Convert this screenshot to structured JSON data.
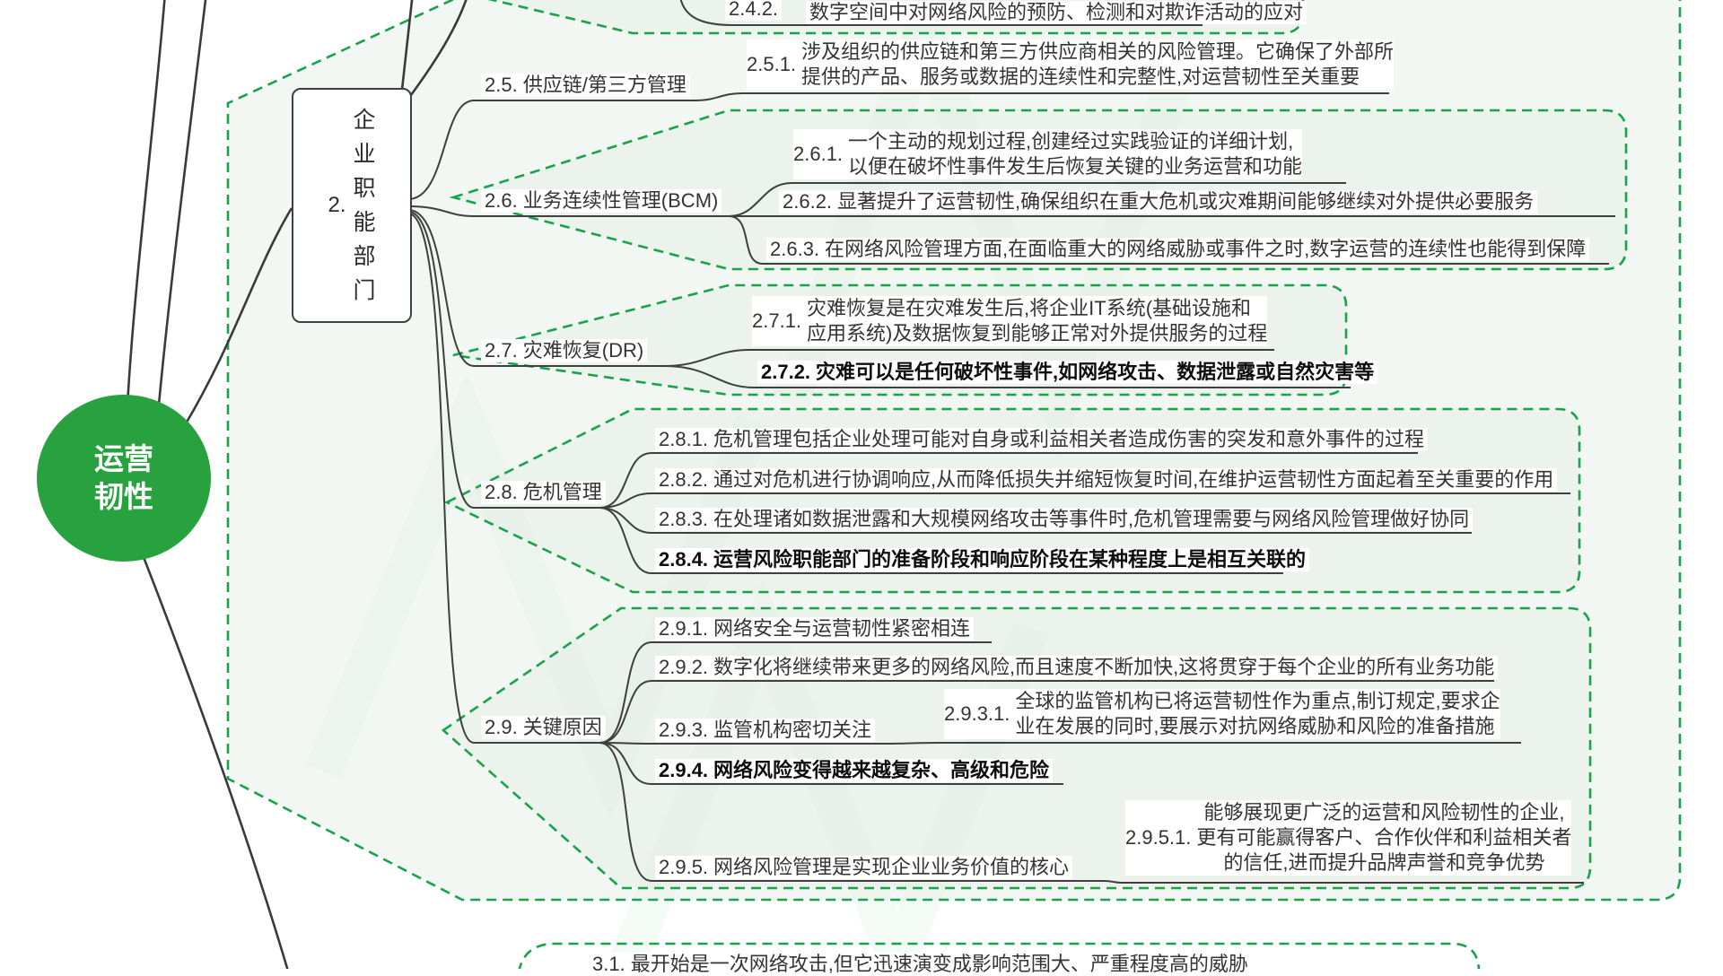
{
  "root": {
    "line1": "运营",
    "line2": "韧性"
  },
  "branch2": {
    "number": "2.",
    "chars": [
      "企",
      "业",
      "职",
      "能",
      "部",
      "门"
    ]
  },
  "colors": {
    "accent_green": "#27a23f",
    "boundary_green": "#18a24b",
    "line_dark": "#3f3f3f",
    "text": "#333333"
  },
  "sections": {
    "s25": {
      "title": "2.5. 供应链/第三方管理"
    },
    "s26": {
      "title": "2.6. 业务连续性管理(BCM)"
    },
    "s27": {
      "title": "2.7. 灾难恢复(DR)"
    },
    "s28": {
      "title": "2.8. 危机管理"
    },
    "s29": {
      "title": "2.9. 关键原因"
    }
  },
  "nodes": {
    "c242": {
      "label": "2.4.2.",
      "text": "数字空间中对网络风险的预防、检测和对欺诈活动的应对"
    },
    "c251": {
      "label": "2.5.1.",
      "line1": "涉及组织的供应链和第三方供应商相关的风险管理。它确保了外部所",
      "line2": "提供的产品、服务或数据的连续性和完整性,对运营韧性至关重要"
    },
    "c261": {
      "label": "2.6.1.",
      "line1": "一个主动的规划过程,创建经过实践验证的详细计划,",
      "line2": "以便在破坏性事件发生后恢复关键的业务运营和功能"
    },
    "c262": {
      "label": "2.6.2.",
      "text": "显著提升了运营韧性,确保组织在重大危机或灾难期间能够继续对外提供必要服务"
    },
    "c263": {
      "label": "2.6.3.",
      "text": "在网络风险管理方面,在面临重大的网络威胁或事件之时,数字运营的连续性也能得到保障"
    },
    "c271": {
      "label": "2.7.1.",
      "line1": "灾难恢复是在灾难发生后,将企业IT系统(基础设施和",
      "line2": "应用系统)及数据恢复到能够正常对外提供服务的过程"
    },
    "c272": {
      "label": "2.7.2.",
      "text": "灾难可以是任何破坏性事件,如网络攻击、数据泄露或自然灾害等"
    },
    "c281": {
      "label": "2.8.1.",
      "text": "危机管理包括企业处理可能对自身或利益相关者造成伤害的突发和意外事件的过程"
    },
    "c282": {
      "label": "2.8.2.",
      "text": "通过对危机进行协调响应,从而降低损失并缩短恢复时间,在维护运营韧性方面起着至关重要的作用"
    },
    "c283": {
      "label": "2.8.3.",
      "text": "在处理诸如数据泄露和大规模网络攻击等事件时,危机管理需要与网络风险管理做好协同"
    },
    "c284": {
      "label": "2.8.4.",
      "text": "运营风险职能部门的准备阶段和响应阶段在某种程度上是相互关联的"
    },
    "c291": {
      "label": "2.9.1.",
      "text": "网络安全与运营韧性紧密相连"
    },
    "c292": {
      "label": "2.9.2.",
      "text": "数字化将继续带来更多的网络风险,而且速度不断加快,这将贯穿于每个企业的所有业务功能"
    },
    "c293": {
      "label": "2.9.3.",
      "text": "监管机构密切关注"
    },
    "c2931": {
      "label": "2.9.3.1.",
      "line1": "全球的监管机构已将运营韧性作为重点,制订规定,要求企",
      "line2": "业在发展的同时,要展示对抗网络威胁和风险的准备措施"
    },
    "c294": {
      "label": "2.9.4.",
      "text": "网络风险变得越来越复杂、高级和危险"
    },
    "c295": {
      "label": "2.9.5.",
      "text": "网络风险管理是实现企业业务价值的核心"
    },
    "c2951": {
      "label": "2.9.5.1.",
      "line1": "能够展现更广泛的运营和风险韧性的企业,",
      "line2": "更有可能赢得客户、合作伙伴和利益相关者",
      "line3": "的信任,进而提升品牌声誉和竞争优势"
    },
    "c31": {
      "label": "3.1.",
      "text": "最开始是一次网络攻击,但它迅速演变成影响范围大、严重程度高的威胁"
    }
  }
}
